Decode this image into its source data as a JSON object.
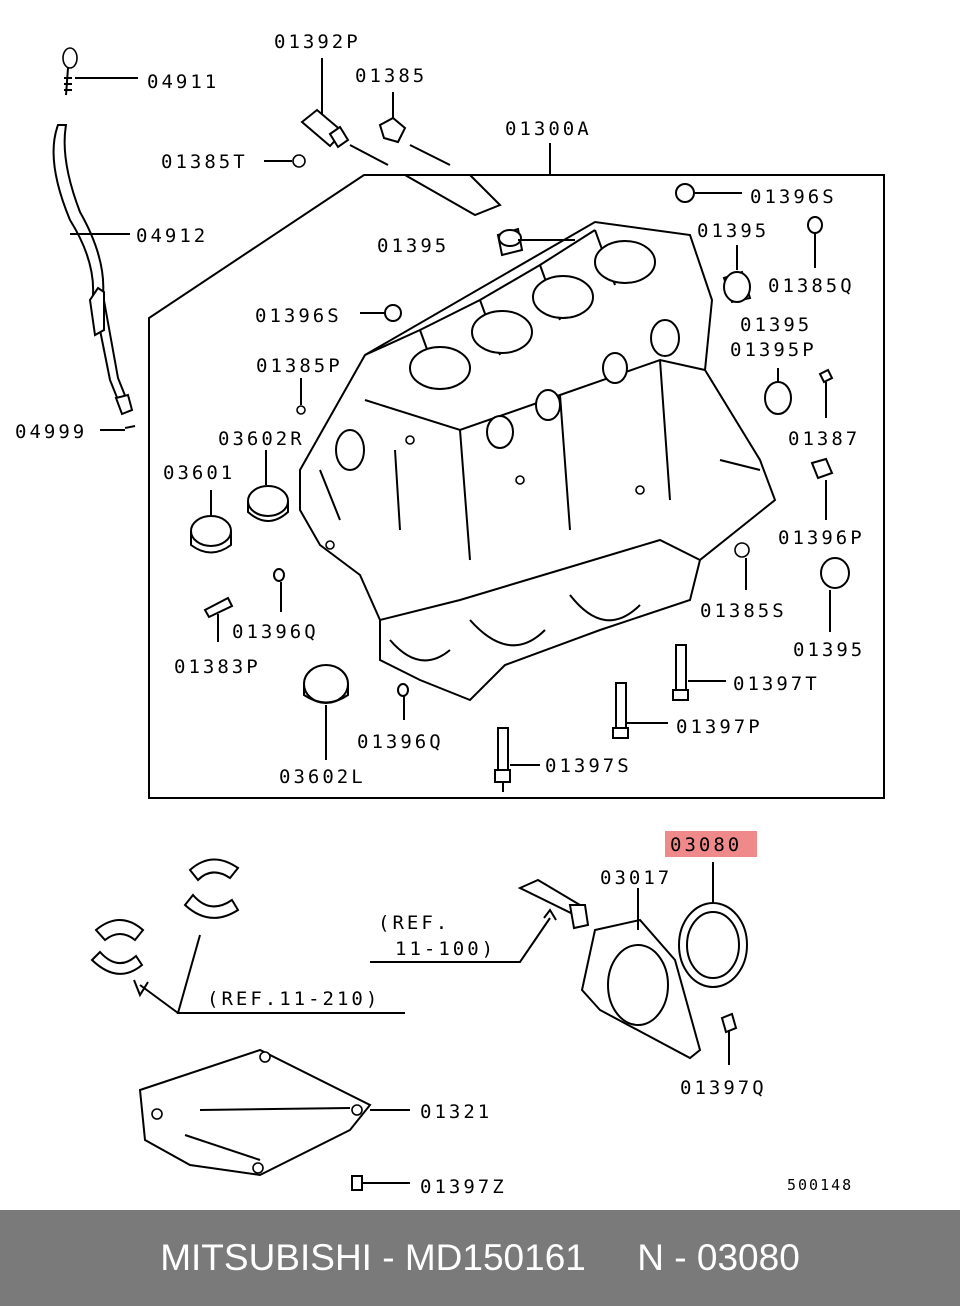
{
  "labels": {
    "p04911": "04911",
    "p04912": "04912",
    "p04999": "04999",
    "p01392P": "01392P",
    "p01385": "01385",
    "p01385T": "01385T",
    "p01300A": "01300A",
    "p01396S_top": "01396S",
    "p01395_top": "01395",
    "p01395_right": "01395",
    "p01385Q": "01385Q",
    "p01396S_left": "01396S",
    "p01395_mid": "01395",
    "p01395P": "01395P",
    "p01385P": "01385P",
    "p01387": "01387",
    "p03602R": "03602R",
    "p03601": "03601",
    "p01396P": "01396P",
    "p01385S": "01385S",
    "p01396Q_left": "01396Q",
    "p01383P": "01383P",
    "p01395_low": "01395",
    "p01397T": "01397T",
    "p01397P": "01397P",
    "p01396Q_low": "01396Q",
    "p03602L": "03602L",
    "p01397S": "01397S",
    "p03080": "03080",
    "p03017": "03017",
    "ref11100_a": "(REF.",
    "ref11100_b": "11-100)",
    "ref11210": "(REF.11-210)",
    "p01321": "01321",
    "p01397Q": "01397Q",
    "p01397Z": "01397Z",
    "diagram_no": "500148"
  },
  "highlight_color": "#f08a8a",
  "footer": {
    "brand": "MITSUBISHI",
    "sep1": " - ",
    "part_number": "MD150161",
    "gap": "     ",
    "ref_prefix": "N",
    "sep2": " - ",
    "ref_number": "03080"
  }
}
